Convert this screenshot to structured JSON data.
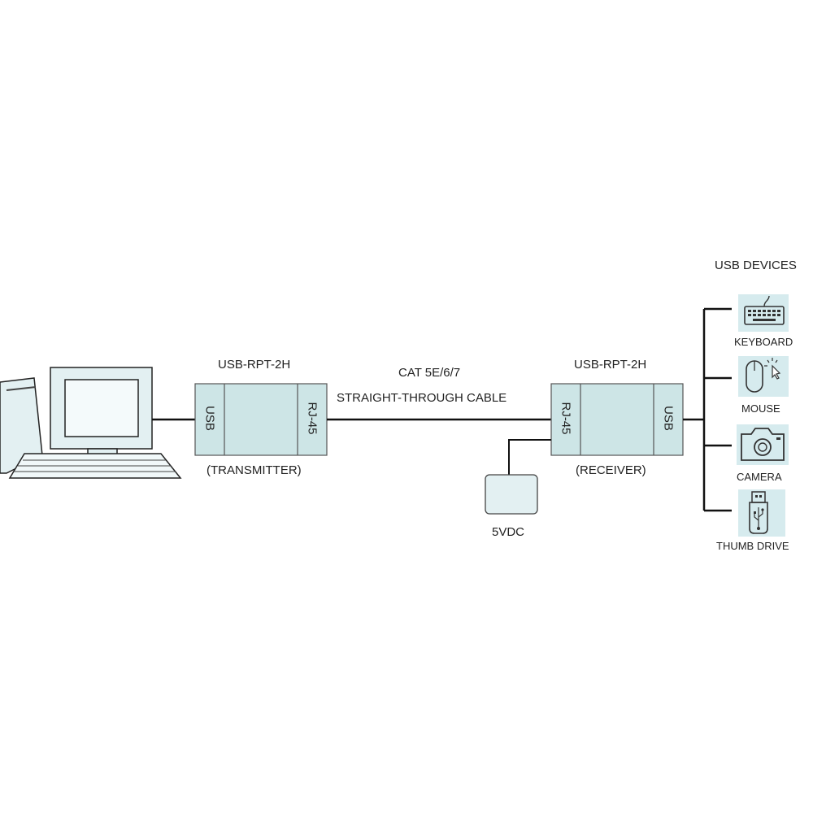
{
  "usb_devices_title": "USB DEVICES",
  "transmitter": {
    "model": "USB-RPT-2H",
    "left_port": "USB",
    "right_port": "RJ-45",
    "role": "(TRANSMITTER)"
  },
  "cable": {
    "line1": "CAT 5E/6/7",
    "line2": "STRAIGHT-THROUGH CABLE"
  },
  "receiver": {
    "model": "USB-RPT-2H",
    "left_port": "RJ-45",
    "right_port": "USB",
    "role": "(RECEIVER)"
  },
  "power": {
    "label": "5VDC"
  },
  "devices": [
    {
      "label": "KEYBOARD",
      "icon": "keyboard-icon"
    },
    {
      "label": "MOUSE",
      "icon": "mouse-icon"
    },
    {
      "label": "CAMERA",
      "icon": "camera-icon"
    },
    {
      "label": "THUMB DRIVE",
      "icon": "thumb-drive-icon"
    }
  ],
  "colors": {
    "device_fill": "#cde5e6",
    "line": "#111111",
    "icon_bg": "#d6ebee",
    "computer_fill": "#e3f0f2"
  }
}
